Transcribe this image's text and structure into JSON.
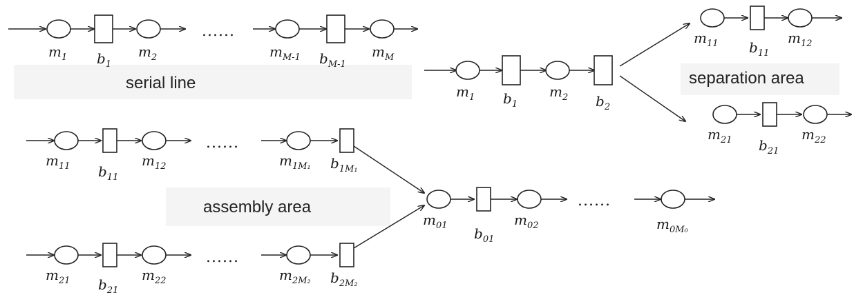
{
  "regions": {
    "serial": "serial line",
    "separation": "separation area",
    "assembly": "assembly area"
  },
  "ellipsis": "......",
  "serial_line": {
    "labels": [
      {
        "b": "m",
        "s": "1"
      },
      {
        "b": "b",
        "s": "1"
      },
      {
        "b": "m",
        "s": "2"
      },
      {
        "b": "m",
        "s": "M-1"
      },
      {
        "b": "b",
        "s": "M-1"
      },
      {
        "b": "m",
        "s": "M"
      }
    ]
  },
  "separation_trunk": {
    "labels": [
      {
        "b": "m",
        "s": "1"
      },
      {
        "b": "b",
        "s": "1"
      },
      {
        "b": "m",
        "s": "2"
      },
      {
        "b": "b",
        "s": "2"
      }
    ]
  },
  "separation_branch_1": {
    "labels": [
      {
        "b": "m",
        "s": "11"
      },
      {
        "b": "b",
        "s": "11"
      },
      {
        "b": "m",
        "s": "12"
      }
    ]
  },
  "separation_branch_2": {
    "labels": [
      {
        "b": "m",
        "s": "21"
      },
      {
        "b": "b",
        "s": "21"
      },
      {
        "b": "m",
        "s": "22"
      }
    ]
  },
  "assembly_line_1": {
    "labels": [
      {
        "b": "m",
        "s": "11"
      },
      {
        "b": "b",
        "s": "11"
      },
      {
        "b": "m",
        "s": "12"
      },
      {
        "b": "m",
        "s": "1M₁"
      },
      {
        "b": "b",
        "s": "1M₁"
      }
    ]
  },
  "assembly_line_2": {
    "labels": [
      {
        "b": "m",
        "s": "21"
      },
      {
        "b": "b",
        "s": "21"
      },
      {
        "b": "m",
        "s": "22"
      },
      {
        "b": "m",
        "s": "2M₂"
      },
      {
        "b": "b",
        "s": "2M₂"
      }
    ]
  },
  "assembly_output": {
    "labels": [
      {
        "b": "m",
        "s": "01"
      },
      {
        "b": "b",
        "s": "01"
      },
      {
        "b": "m",
        "s": "02"
      },
      {
        "b": "m",
        "s": "0M₀"
      }
    ]
  }
}
